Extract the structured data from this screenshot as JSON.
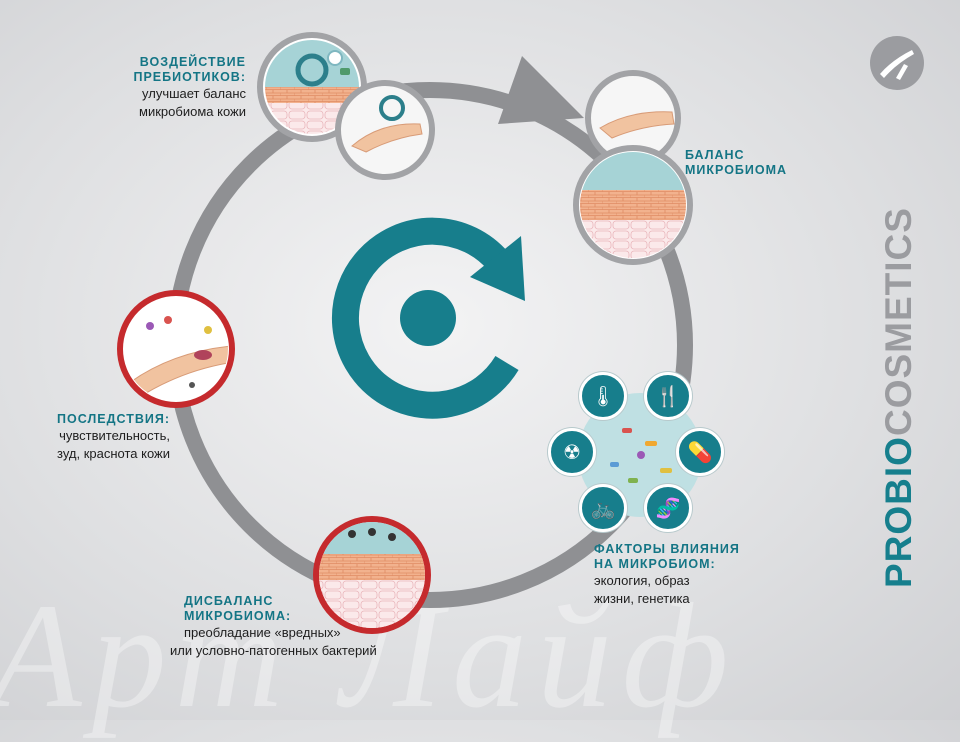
{
  "brand": {
    "word_a": "PROBIO",
    "word_b": "COSMETICS",
    "colors": {
      "teal": "#167f8d",
      "grey": "#9b9ca0",
      "red": "#c52a2d"
    }
  },
  "watermark": "Арт Лайф",
  "cycle": {
    "center_icon": "refresh-icon",
    "stages": [
      {
        "id": "prebiotics",
        "head_line1": "ВОЗДЕЙСТВИЕ",
        "head_line2": "ПРЕБИОТИКОВ:",
        "text_line1": "улучшает баланс",
        "text_line2": "микробиома кожи"
      },
      {
        "id": "balance",
        "head_line1": "БАЛАНС",
        "head_line2": "МИКРОБИОМА"
      },
      {
        "id": "factors",
        "head_line1": "ФАКТОРЫ ВЛИЯНИЯ",
        "head_line2": "НА МИКРОБИОМ:",
        "text_line1": "экология, образ",
        "text_line2": "жизни, генетика",
        "icons": [
          "thermometer-icon",
          "food-icon",
          "pill-icon",
          "dna-icon",
          "bicycle-icon",
          "radiation-icon"
        ]
      },
      {
        "id": "dysbalance",
        "head_line1": "ДИСБАЛАНС",
        "head_line2": "МИКРОБИОМА:",
        "text_line1": "преобладание «вредных»",
        "text_line2": "или условно-патогенных бактерий"
      },
      {
        "id": "consequences",
        "head_line1": "ПОСЛЕДСТВИЯ:",
        "text_line1": "чувствительность,",
        "text_line2": "зуд, краснота кожи"
      }
    ]
  }
}
